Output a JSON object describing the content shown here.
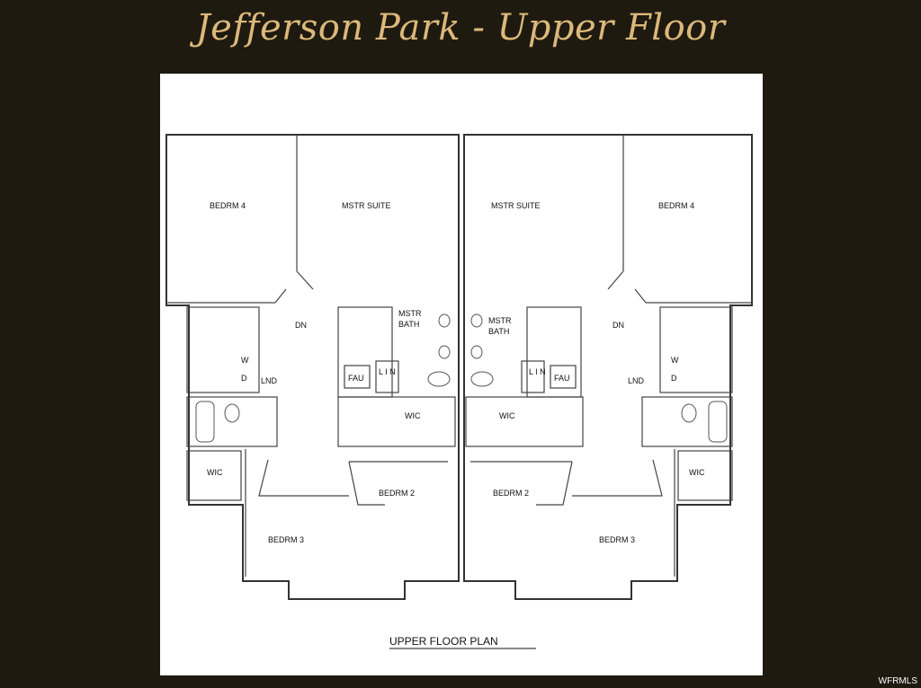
{
  "header": {
    "title": "Jefferson Park - Upper Floor"
  },
  "plan": {
    "caption": "UPPER FLOOR PLAN",
    "rooms": {
      "bedrm4": "BEDRM 4",
      "mstr_suite": "MSTR SUITE",
      "mstr_bath_1": "MSTR",
      "mstr_bath_2": "BATH",
      "lnd": "LND",
      "wic": "WIC",
      "bedrm2": "BEDRM 2",
      "bedrm3": "BEDRM 3",
      "fau": "FAU",
      "lin": "L I N",
      "dn": "DN",
      "w": "W",
      "d": "D"
    }
  },
  "footer": {
    "watermark": "WFRMLS"
  },
  "colors": {
    "background": "#1e1a10",
    "title": "#dcb87a",
    "card": "#ffffff"
  }
}
